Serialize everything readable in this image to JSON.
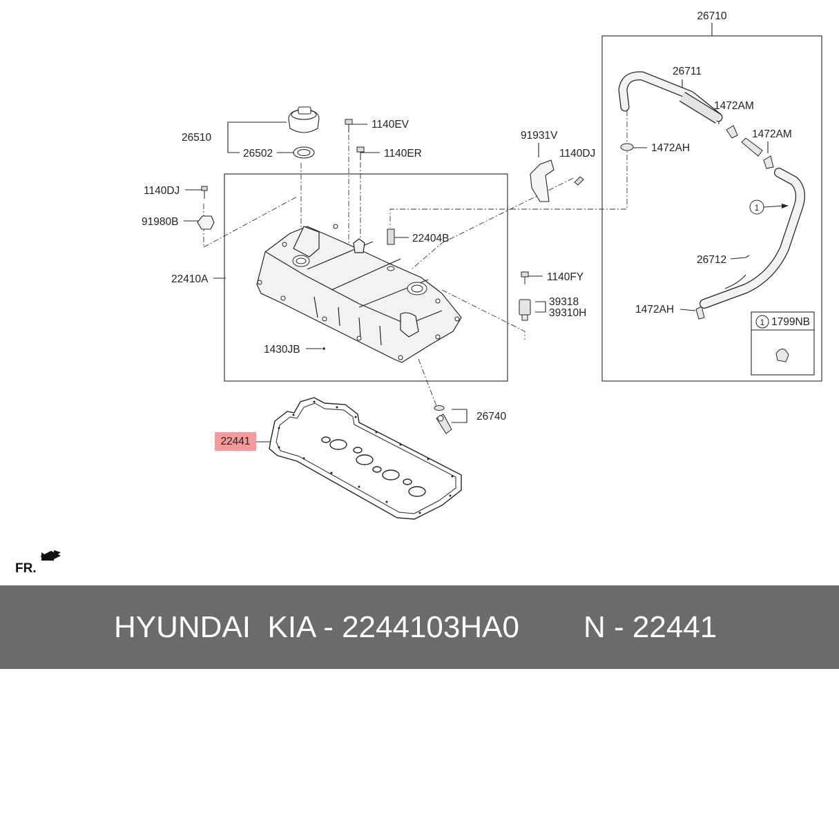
{
  "labels": {
    "l26710": "26710",
    "l26711": "26711",
    "l1472AM_a": "1472AM",
    "l1472AM_b": "1472AM",
    "l1472AH_a": "1472AH",
    "l1472AH_b": "1472AH",
    "l26712": "26712",
    "l1": "1",
    "l1799NB": "1799NB",
    "l26510": "26510",
    "l26502": "26502",
    "l1140EV": "1140EV",
    "l1140ER": "1140ER",
    "l91931V": "91931V",
    "l1140DJ_a": "1140DJ",
    "l1140DJ_b": "1140DJ",
    "l91980B": "91980B",
    "l22404B": "22404B",
    "l22410A": "22410A",
    "l1140FY": "1140FY",
    "l39318": "39318",
    "l39310H": "39310H",
    "l1430JB": "1430JB",
    "l26740": "26740",
    "l22441": "22441"
  },
  "direction": "FR.",
  "footer": {
    "brand": "HYUNDAI  KIA - 2244103HA0",
    "ref": "N - 22441"
  },
  "colors": {
    "highlight": "#f4999c",
    "footer_bg": "#6b6b6b"
  }
}
